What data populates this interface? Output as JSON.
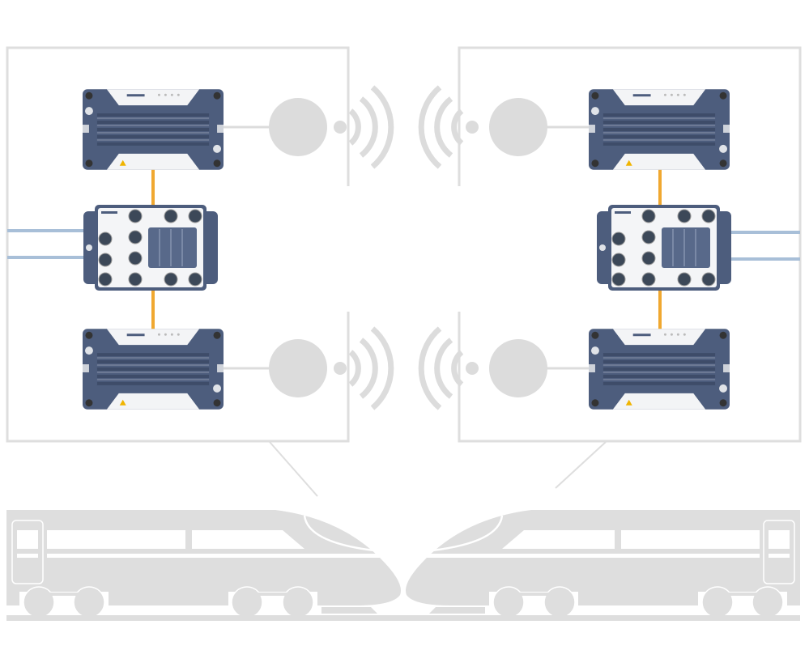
{
  "diagram": {
    "description_visible_text": [],
    "colors": {
      "panel_border": "#dedede",
      "device_body": "#4a5a7a",
      "device_face": "#f2f4f7",
      "link_orange": "#f0a830",
      "cable_blue": "#a8bfd8",
      "wireless_gray": "#dcdcdc",
      "train_gray": "#dedede"
    },
    "left_car": {
      "devices": [
        "access-point-top",
        "ethernet-switch",
        "access-point-bottom"
      ],
      "wireless_links": 2,
      "uplink_cables": 2
    },
    "right_car": {
      "devices": [
        "access-point-top",
        "ethernet-switch",
        "access-point-bottom"
      ],
      "wireless_links": 2,
      "uplink_cables": 2
    },
    "icons": [
      "wireless-antenna-icon",
      "wifi-waves-icon",
      "train-icon",
      "access-point-icon",
      "switch-icon"
    ]
  }
}
